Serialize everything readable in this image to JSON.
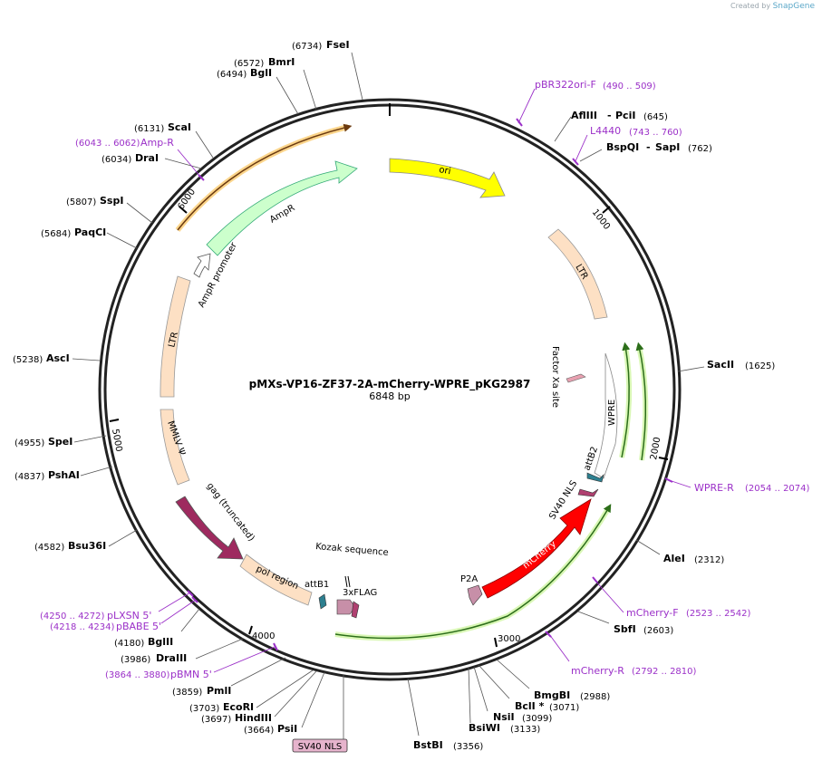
{
  "credit": {
    "prefix": "Created by",
    "brand": "SnapGene"
  },
  "plasmid": {
    "name": "pMXs-VP16-ZF37-2A-mCherry-WPRE_pKG2987",
    "size_label": "6848 bp",
    "length": 6848
  },
  "ticks": [
    "1000",
    "2000",
    "3000",
    "4000",
    "5000",
    "6000"
  ],
  "sites": [
    {
      "name": "FseI",
      "pos": "(6734)"
    },
    {
      "name": "BmrI",
      "pos": "(6572)"
    },
    {
      "name": "BglI",
      "pos": "(6494)"
    },
    {
      "name": "ScaI",
      "pos": "(6131)"
    },
    {
      "name": "DraI",
      "pos": "(6034)"
    },
    {
      "name": "SspI",
      "pos": "(5807)"
    },
    {
      "name": "PaqCI",
      "pos": "(5684)"
    },
    {
      "name": "AscI",
      "pos": "(5238)"
    },
    {
      "name": "SpeI",
      "pos": "(4955)"
    },
    {
      "name": "PshAI",
      "pos": "(4837)"
    },
    {
      "name": "Bsu36I",
      "pos": "(4582)"
    },
    {
      "name": "BglII",
      "pos": "(4180)"
    },
    {
      "name": "DraIII",
      "pos": "(3986)"
    },
    {
      "name": "PmlI",
      "pos": "(3859)"
    },
    {
      "name": "EcoRI",
      "pos": "(3703)"
    },
    {
      "name": "HindIII",
      "pos": "(3697)"
    },
    {
      "name": "PsiI",
      "pos": "(3664)"
    },
    {
      "name": "BstBI",
      "pos": "(3356)"
    },
    {
      "name": "BsiWI",
      "pos": "(3133)"
    },
    {
      "name": "NsiI",
      "pos": "(3099)"
    },
    {
      "name": "BclI *",
      "pos": "(3071)"
    },
    {
      "name": "BmgBI",
      "pos": "(2988)"
    },
    {
      "name": "SbfI",
      "pos": "(2603)"
    },
    {
      "name": "AleI",
      "pos": "(2312)"
    },
    {
      "name": "SacII",
      "pos": "(1625)"
    },
    {
      "name": "BspQI",
      "name2": "SapI",
      "pos": "(762)"
    },
    {
      "name": "AflIII",
      "name2": "PciI",
      "pos": "(645)"
    }
  ],
  "primers": [
    {
      "name": "pBR322ori-F",
      "pos": "(490 .. 509)"
    },
    {
      "name": "L4440",
      "pos": "(743 .. 760)"
    },
    {
      "name": "WPRE-R",
      "pos": "(2054 .. 2074)"
    },
    {
      "name": "mCherry-F",
      "pos": "(2523 .. 2542)"
    },
    {
      "name": "mCherry-R",
      "pos": "(2792 .. 2810)"
    },
    {
      "name": "pBMN 5'",
      "pos": "(3864 .. 3880)"
    },
    {
      "name": "pLXSN 5'",
      "pos": "(4250 .. 4272)"
    },
    {
      "name": "pBABE 5'",
      "pos": "(4218 .. 4234)"
    },
    {
      "name": "Amp-R",
      "pos": "(6043 .. 6062)"
    }
  ],
  "features": [
    {
      "name": "ori",
      "color": "#ffff00"
    },
    {
      "name": "LTR",
      "color": "#fde0c4"
    },
    {
      "name": "Factor Xa site",
      "color": "#e8a0b0"
    },
    {
      "name": "WPRE",
      "color": "#ffffff"
    },
    {
      "name": "attB2",
      "color": "#2d7f8f"
    },
    {
      "name": "SV40 NLS",
      "color": "#b04070"
    },
    {
      "name": "mCherry",
      "color": "#ff0000"
    },
    {
      "name": "P2A",
      "color": "#c78fa8"
    },
    {
      "name": "3xFLAG",
      "color": "#c78fa8"
    },
    {
      "name": "Kozak sequence",
      "color": "#000000"
    },
    {
      "name": "attB1",
      "color": "#2d7f8f"
    },
    {
      "name": "pol region",
      "color": "#fde0c4"
    },
    {
      "name": "gag (truncated)",
      "color": "#9e2a5f"
    },
    {
      "name": "MMLV Ψ",
      "color": "#fde0c4"
    },
    {
      "name": "LTR",
      "color": "#fde0c4"
    },
    {
      "name": "AmpR promoter",
      "color": "#ffffff"
    },
    {
      "name": "AmpR",
      "color": "#ccffcc"
    }
  ],
  "bottom_label": "SV40 NLS"
}
